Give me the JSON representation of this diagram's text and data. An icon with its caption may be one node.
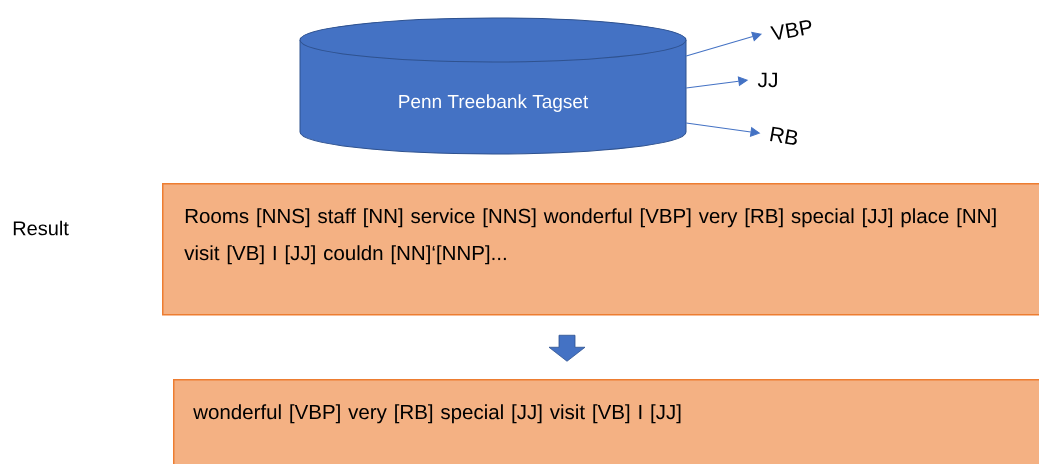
{
  "diagram": {
    "nodes": [
      {
        "text": [
          "Penn Treebank Tagset"
        ]
      },
      {
        "text": [
          "VBP"
        ]
      },
      {
        "text": [
          "JJ"
        ]
      },
      {
        "text": [
          "RB"
        ]
      },
      {
        "text": [
          "Rooms [NNS] staff [NN] service [NNS] wonderful [VBP] very [RB] special [JJ] place [NN] visit [VB] I [JJ] couldn [NN]‘[NNP]..."
        ]
      },
      {
        "text": [
          "wonderful [VBP] very [RB] special [JJ] visit [VB] I [JJ]"
        ]
      }
    ],
    "edges": [
      {
        "from": 0,
        "to": 1,
        "arrow": "to"
      },
      {
        "from": 0,
        "to": 2,
        "arrow": "to"
      },
      {
        "from": 0,
        "to": 3,
        "arrow": "to"
      },
      {
        "from": 4,
        "to": 5,
        "arrow": "to",
        "style": "thick"
      }
    ],
    "labels": [
      "Result"
    ]
  }
}
